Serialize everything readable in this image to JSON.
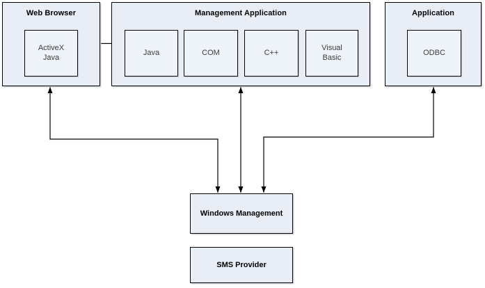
{
  "diagram": {
    "background_color": "#ffffff",
    "outer_fill": "#e8edf6",
    "inner_fill": "#eef2f9",
    "border_color": "#000000",
    "arrow_color": "#000000",
    "title_text_color": "#000000",
    "inner_text_color": "#3d3d3d",
    "boxes": {
      "web_browser": {
        "label": "Web Browser"
      },
      "activex_java": {
        "label": "ActiveX\nJava"
      },
      "management_application": {
        "label": "Management Application"
      },
      "java": {
        "label": "Java"
      },
      "com": {
        "label": "COM"
      },
      "cpp": {
        "label": "C++"
      },
      "visual_basic": {
        "label": "Visual\nBasic"
      },
      "application": {
        "label": "Application"
      },
      "odbc": {
        "label": "ODBC"
      },
      "windows_management": {
        "label": "Windows Management"
      },
      "sms_provider": {
        "label": "SMS Provider"
      }
    },
    "connectors": [
      {
        "from": "web_browser",
        "to": "windows_management",
        "arrows": "both-ends"
      },
      {
        "from": "management_application",
        "to": "windows_management",
        "arrows": "both-ends"
      },
      {
        "from": "application",
        "to": "windows_management",
        "arrows": "both-ends"
      },
      {
        "from": "web_browser",
        "to": "management_application",
        "arrows": "none"
      }
    ]
  }
}
